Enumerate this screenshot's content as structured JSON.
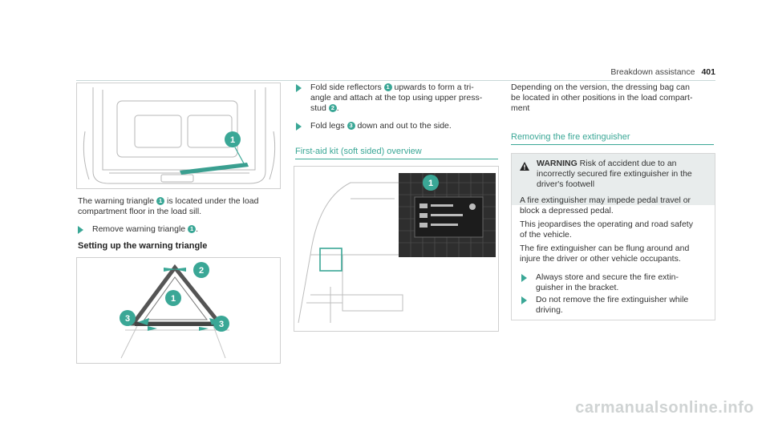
{
  "header": {
    "section": "Breakdown assistance",
    "page_number": "401"
  },
  "left": {
    "fig1_callout": "1",
    "para": {
      "p1": "The",
      "p2": "warning triangle",
      "n1": "1",
      "p3": "is located under the load",
      "p4": "compartment floor in the load sill."
    },
    "bullet1": {
      "a": "Remove warning triangle",
      "n": "1",
      "b": "."
    },
    "heading": "Setting up the warning triangle",
    "fig2_callouts": [
      "1",
      "2",
      "3",
      "3"
    ]
  },
  "middle": {
    "step1": {
      "a": "Fold side reflectors",
      "n1": "1",
      "b": "upwards to form a tri-",
      "c": "angle and attach at the top using upper press-",
      "d": "stud",
      "n2": "2",
      "e": "."
    },
    "step2": {
      "a": "Fold legs",
      "n": "3",
      "b": "down and out to the side."
    },
    "heading": "First-aid kit (soft sided) overview",
    "fig3_callout": "1"
  },
  "right": {
    "intro": [
      "Depending on the version, the dressing bag can",
      "be located in other positions in the load compart-",
      "ment"
    ],
    "heading": "Removing the fire extinguisher",
    "warning": {
      "title": "WARNING",
      "lines": [
        "Risk of accident due to an",
        "incorrectly secured fire extinguisher in the",
        "driver's footwell"
      ],
      "body1": [
        "A fire extinguisher may impede pedal travel or",
        "block a depressed pedal."
      ],
      "body2": [
        "This jeopardises the operating and road safety",
        "of the vehicle."
      ],
      "body3": [
        "The fire extinguisher can be flung around and",
        "injure the driver or other vehicle occupants."
      ],
      "step1": [
        "Always store and secure the fire extin-",
        "guisher in the bracket."
      ],
      "step2": [
        "Do not remove the fire extinguisher while",
        "driving."
      ]
    }
  },
  "watermark": "carmanualsonline.info",
  "colors": {
    "accent": "#3aa796",
    "warning_bg": "#e8ecec"
  }
}
